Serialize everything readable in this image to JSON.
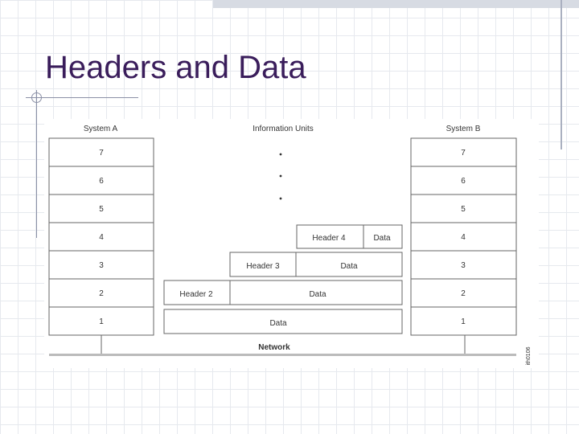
{
  "slide": {
    "title": "Headers and Data"
  },
  "diagram": {
    "system_a_label": "System A",
    "system_b_label": "System B",
    "info_units_label": "Information Units",
    "network_label": "Network",
    "figure_id": "ith0106",
    "layers": [
      "7",
      "6",
      "5",
      "4",
      "3",
      "2",
      "1"
    ],
    "units": [
      {
        "header": "Header 4",
        "data": "Data"
      },
      {
        "header": "Header 3",
        "data": "Data"
      },
      {
        "header": "Header 2",
        "data": "Data"
      },
      {
        "data": "Data"
      }
    ]
  }
}
